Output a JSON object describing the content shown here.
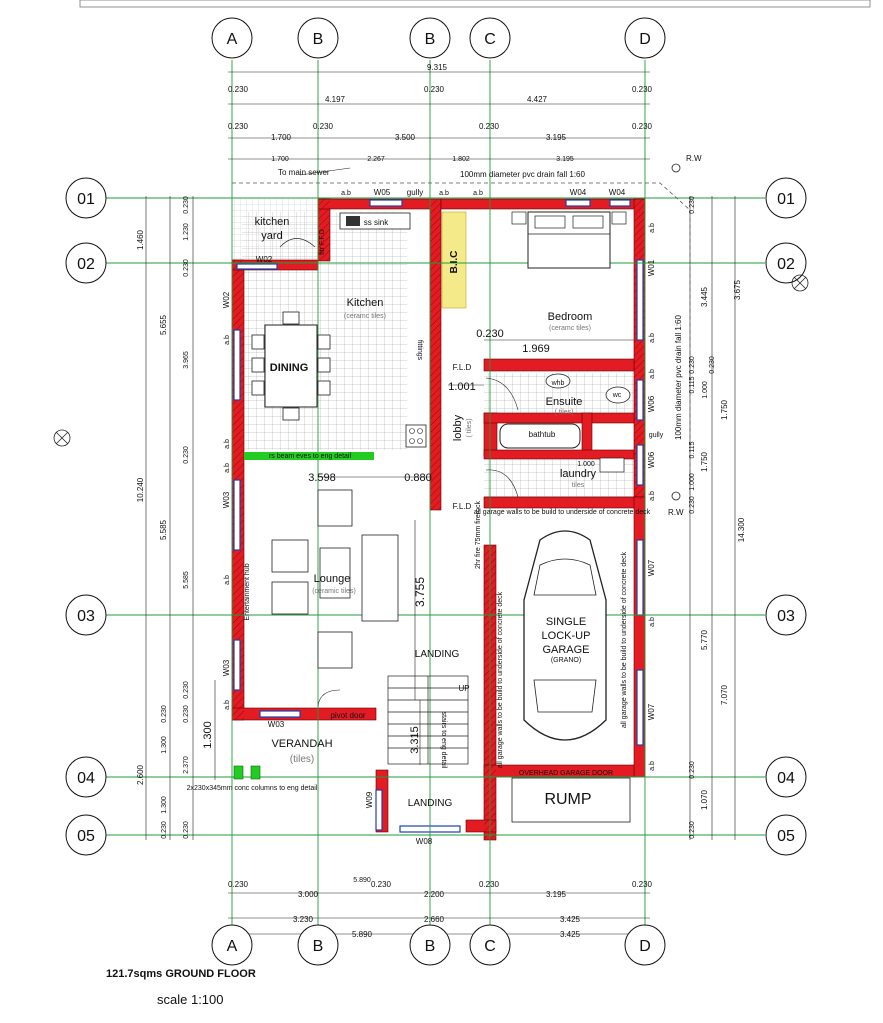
{
  "grid_letters": [
    "A",
    "B",
    "B",
    "C",
    "D"
  ],
  "grid_numbers": [
    "01",
    "02",
    "03",
    "04",
    "05"
  ],
  "top_dims": {
    "overall": "9.315",
    "row2": [
      "0.230",
      "4.197",
      "0.230",
      "4.427",
      "0.230"
    ],
    "row3": [
      "0.230",
      "1.700",
      "0.230",
      "3.500",
      "0.230",
      "3.195",
      "0.230"
    ],
    "row4": [
      "1.700",
      "2.267",
      "1.802",
      "3.195"
    ]
  },
  "bottom_dims": {
    "row1": [
      "0.230",
      "3.000",
      "5.890",
      "0.230",
      "2.200",
      "0.230",
      "3.195",
      "0.230"
    ],
    "row2": [
      "3.230",
      "2.660",
      "3.425"
    ],
    "row3": [
      "5.890",
      "3.425"
    ]
  },
  "left_dims": {
    "outer": [
      "1.460",
      "5.655",
      "10.240",
      "5.585",
      "2.600"
    ],
    "mid": [
      "0.230",
      "1.230",
      "0.230",
      "3.965",
      "0.230",
      "5.585",
      "0.230",
      "1.300",
      "0.230",
      "0.230",
      "1.300",
      "0.230"
    ],
    "inner": [
      "0.230",
      "2.370",
      "1.300"
    ]
  },
  "right_dims": {
    "outer": [
      "3.675",
      "14.300",
      "7.070"
    ],
    "mid": [
      "3.445",
      "1.750",
      "1.750",
      "5.770",
      "1.070"
    ],
    "inner": [
      "0.230",
      "0.230",
      "0.115",
      "1.000",
      "0.230",
      "0.115",
      "1.000",
      "0.230",
      "0.230",
      "0.230"
    ]
  },
  "drain": {
    "sewer": "To main sewer",
    "pipe_top": "100mm diameter pvc drain fall 1:60",
    "pipe_right": "100mm diameter pvc drain fall 1:60",
    "rw_top": "R.W",
    "rw_bottom": "R.W"
  },
  "rooms": {
    "kitchen_yard_1": "kitchen",
    "kitchen_yard_2": "yard",
    "kitchen": "Kitchen",
    "kitchen_sub": "(ceramc tiles)",
    "dining": "DINING",
    "bedroom": "Bedroom",
    "bedroom_sub": "(ceramc tiles)",
    "ensuite": "Ensuite",
    "ensuite_sub": "( tiles)",
    "laundry": "laundry",
    "laundry_sub": "tiles",
    "lobby": "lobby",
    "lobby_sub": "( tiles)",
    "lounge": "Lounge",
    "lounge_sub": "(ceramic tiles)",
    "garage_1": "SINGLE",
    "garage_2": "LOCK-UP",
    "garage_3": "GARAGE",
    "garage_sub": "(GRANO)",
    "verandah": "VERANDAH",
    "verandah_sub": "(tiles)",
    "landing_upper": "LANDING",
    "landing_lower": "LANDING",
    "rump": "RUMP",
    "bic": "B.I.C",
    "up": "UP"
  },
  "labels": {
    "ab": "a.b",
    "w05": "W05",
    "w04": "W04",
    "gully": "gully",
    "w02": "W02",
    "w01": "W01",
    "w03": "W03",
    "w06": "W06",
    "w07": "W07",
    "w08": "W08",
    "w09": "W09",
    "ss_sink": "ss sink",
    "fitfd": "fitr F.F.D",
    "fittings": "fittings",
    "fld": "F.L.D",
    "wc": "wc",
    "whb": "whb",
    "bathtub": "bathtub",
    "beam": "rs beam eves to eng detail",
    "garage_walls_top": "all garage walls to be build to underside of concrete deck",
    "garage_walls_left": "all garage walls to be build to underside of concrete deck",
    "garage_walls_right": "all garage walls to be build to underside of concrete deck",
    "overhead": "OVERHEAD GARAGE DOOR",
    "pivot": "pivot door",
    "entertainment": "Entertainment hub",
    "columns": "2x230x345mm conc columns to eng detail",
    "stairs": "stairs to eng detail",
    "firewall": "2hr fire 75mm firerock",
    "d_0230": "0.230",
    "d_1969": "1.969",
    "d_1001": "1.001",
    "d_3598": "3.598",
    "d_0880": "0.880",
    "d_3755": "3.755",
    "d_3315": "3.315",
    "d_1300": "1.300",
    "d_1000": "1.000"
  },
  "caption": {
    "title": "121.7sqms GROUND FLOOR",
    "scale": "scale 1:100"
  },
  "colors": {
    "wall": "#e31b23",
    "grid_line": "#1f9d3a",
    "window": "#1f3fb5",
    "bic": "#f4ea8a",
    "beam": "#22cc22"
  }
}
